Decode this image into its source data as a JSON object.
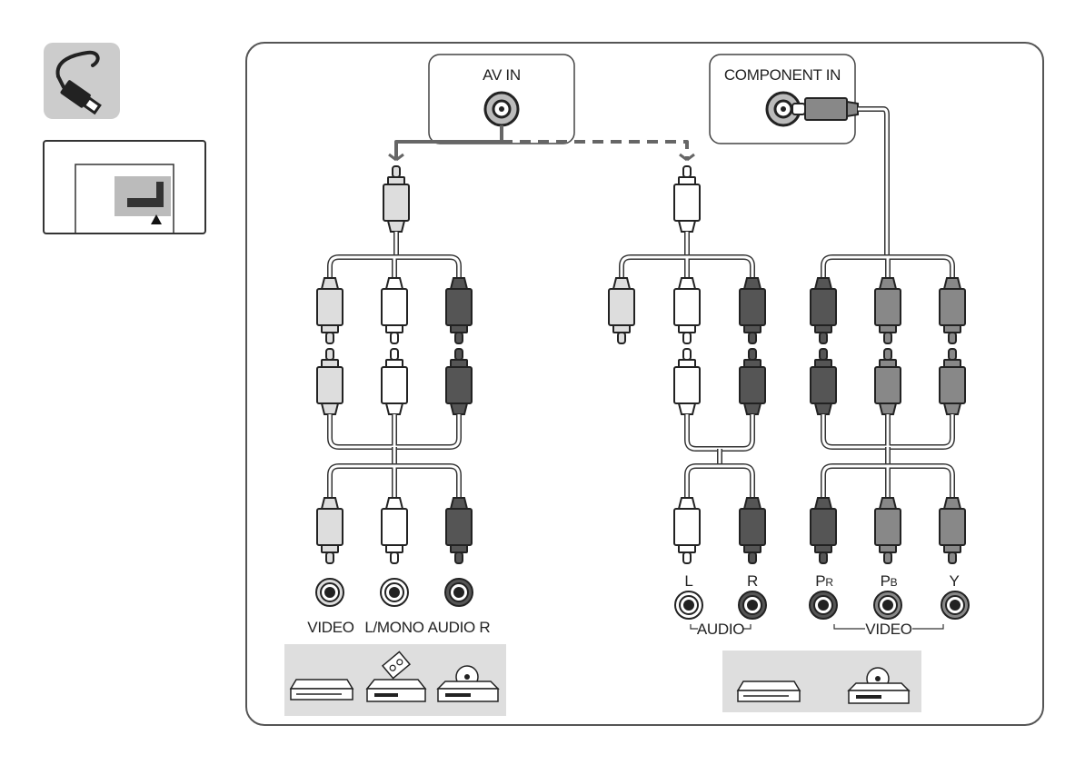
{
  "colors": {
    "frame": "#555555",
    "cable": "#666666",
    "outline": "#333333",
    "white_plug": "#ffffff",
    "light_plug": "#dddddd",
    "dark_plug": "#555555",
    "mid_plug": "#888888",
    "device_panel": "#dedede",
    "icon_bg": "#cccccc"
  },
  "icons": {
    "cable": "cable-icon",
    "port_location": "port-location-icon"
  },
  "av_in": {
    "title": "AV IN",
    "jacks": [
      {
        "label": "VIDEO",
        "color": "light"
      },
      {
        "label": "L/MONO",
        "color": "white"
      },
      {
        "label": "AUDIO R",
        "color": "dark"
      }
    ],
    "devices": [
      "vcr-icon",
      "camcorder-icon",
      "dvd-player-icon"
    ]
  },
  "component_in": {
    "title": "COMPONENT IN",
    "audio_group_label": "AUDIO",
    "video_group_label": "VIDEO",
    "audio_jacks": [
      {
        "label": "L",
        "color": "white"
      },
      {
        "label": "R",
        "color": "dark"
      }
    ],
    "video_jacks": [
      {
        "label": "P",
        "sub": "R",
        "color": "dark"
      },
      {
        "label": "P",
        "sub": "B",
        "color": "mid"
      },
      {
        "label": "Y",
        "sub": "",
        "color": "mid"
      }
    ],
    "devices": [
      "vcr-icon",
      "dvd-player-icon"
    ]
  }
}
